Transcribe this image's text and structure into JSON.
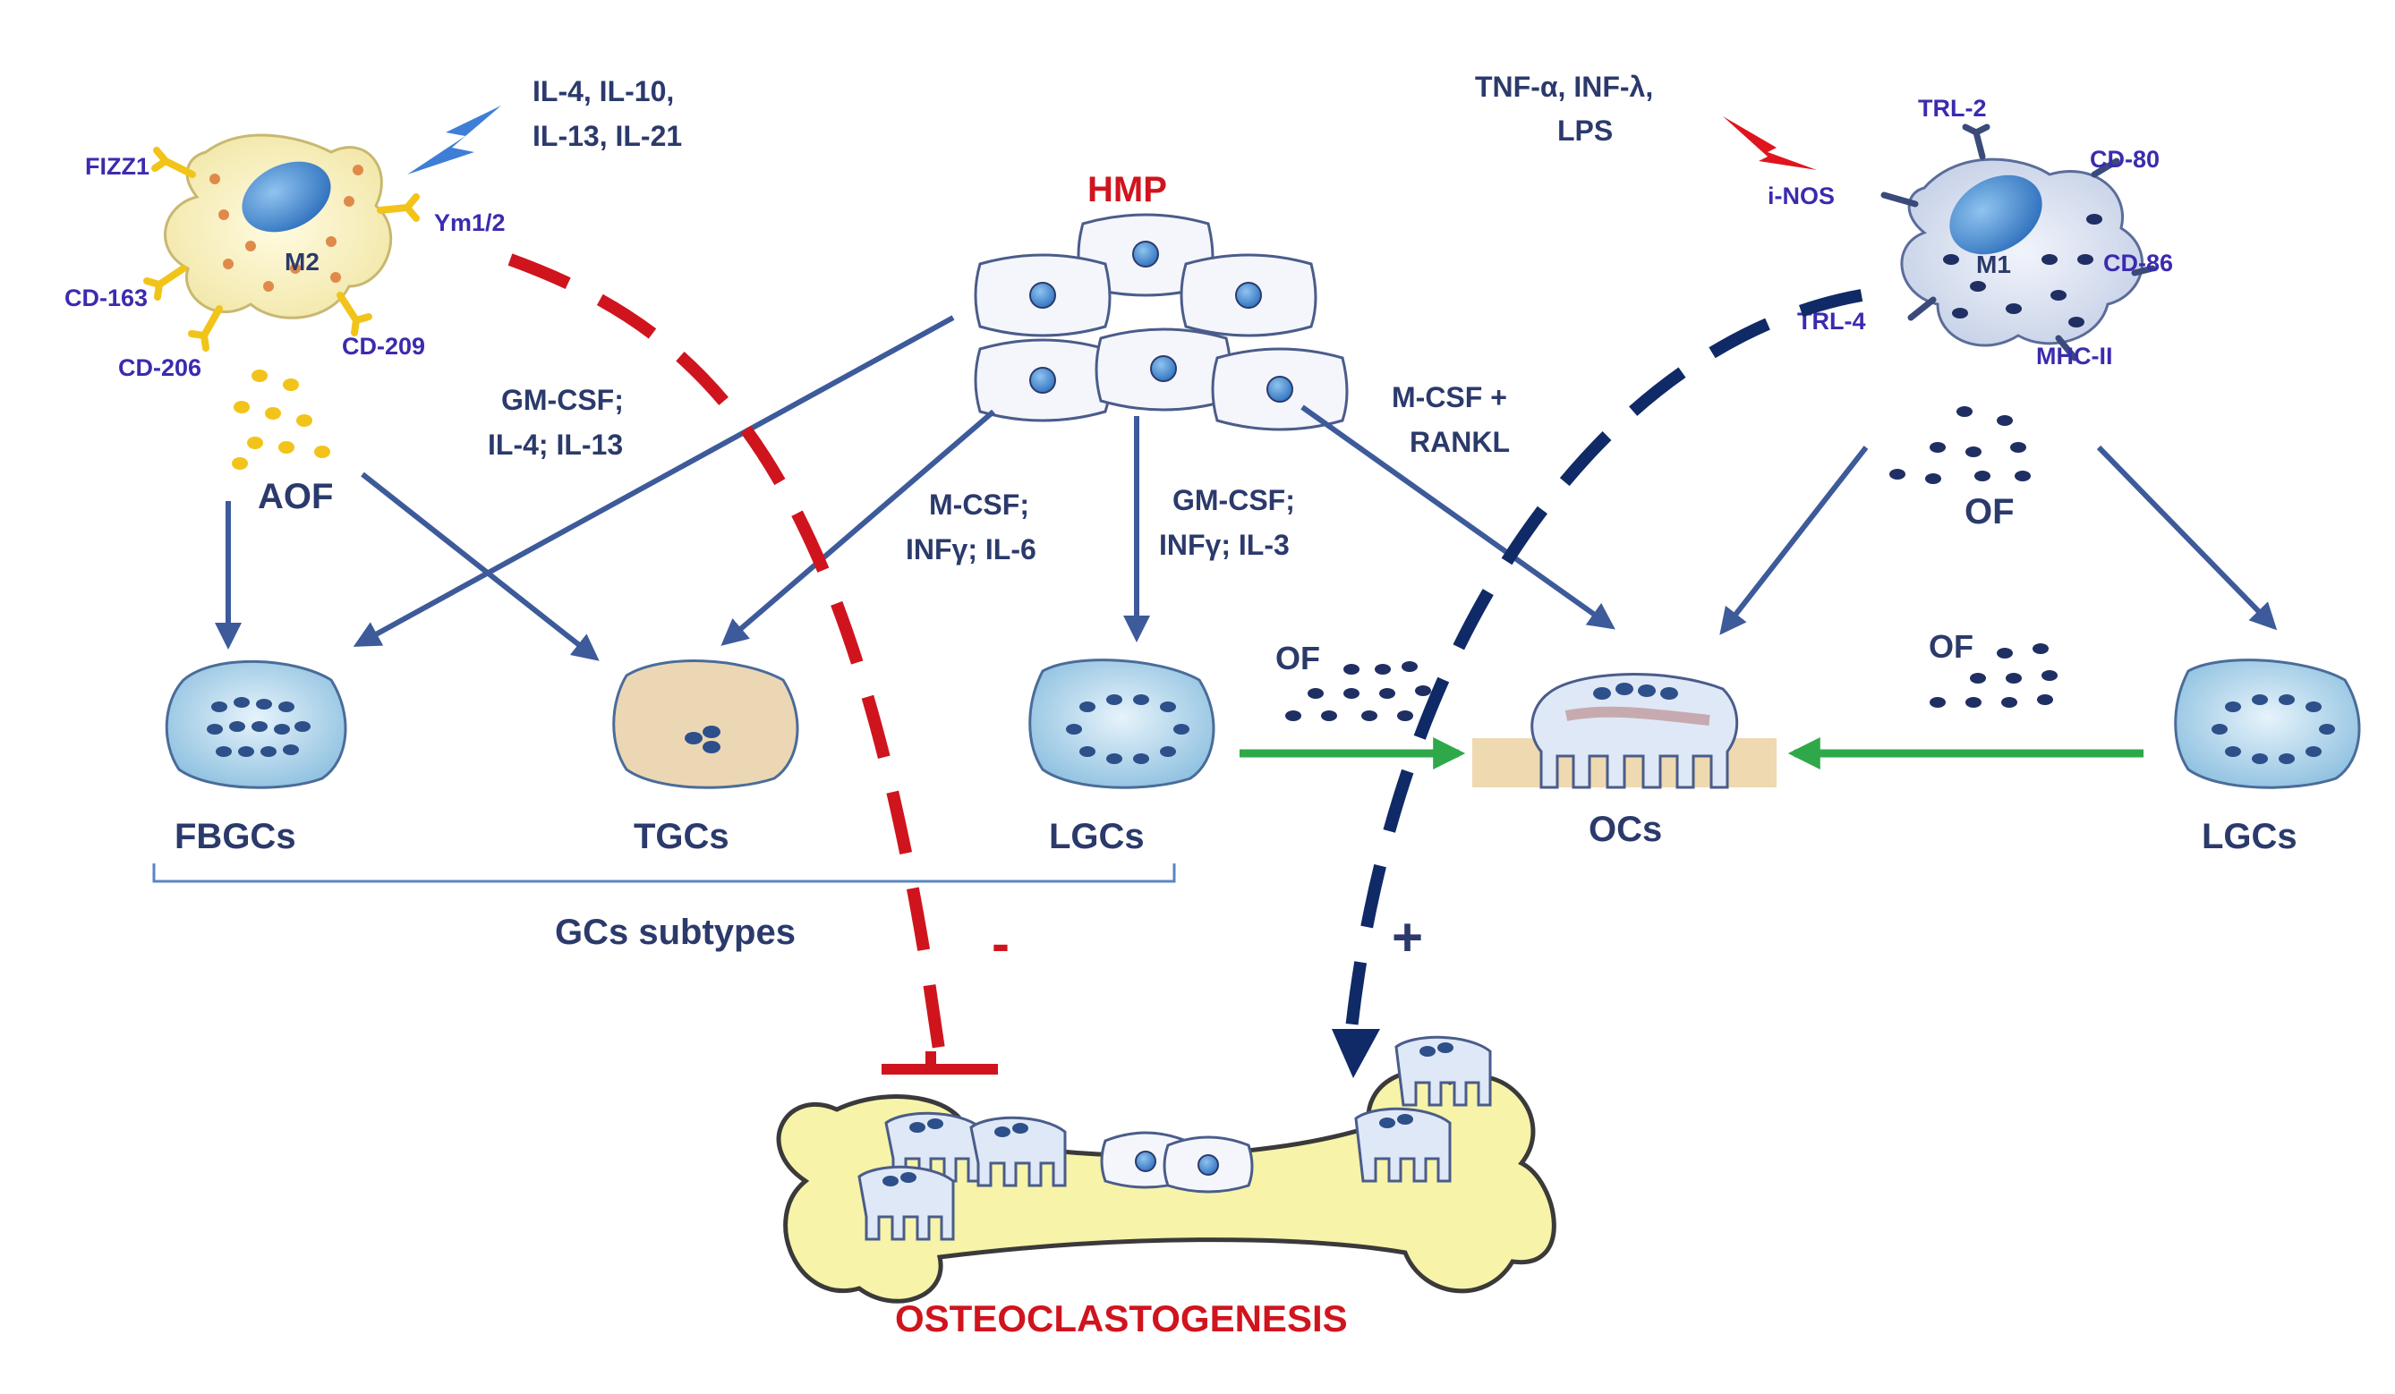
{
  "labels": {
    "hmp": "HMP",
    "m2": "M2",
    "m1": "M1",
    "fizz1": "FIZZ1",
    "ym12": "Ym1/2",
    "cd163": "CD-163",
    "cd206": "CD-206",
    "cd209": "CD-209",
    "il_m2_line1": "IL-4,  IL-10,",
    "il_m2_line2": "IL-13,  IL-21",
    "tnf_line1": "TNF-α,  INF-λ,",
    "tnf_line2": "LPS",
    "trl2": "TRL-2",
    "cd80": "CD-80",
    "inos": "i-NOS",
    "cd86": "CD-86",
    "trl4": "TRL-4",
    "mhc2": "MHC-II",
    "aof": "AOF",
    "of_right": "OF",
    "of_mid": "OF",
    "of_far": "OF",
    "gmcsf_il4_line1": "GM-CSF;",
    "gmcsf_il4_line2": "IL-4;  IL-13",
    "mcsf_inf_line1": "M-CSF;",
    "mcsf_inf_line2": "INFγ;  IL-6",
    "gmcsf_inf_line1": "GM-CSF;",
    "gmcsf_inf_line2": "INFγ;  IL-3",
    "mcsf_rankl_line1": "M-CSF  +",
    "mcsf_rankl_line2": "RANKL",
    "fbgcs": "FBGCs",
    "tgcs": "TGCs",
    "lgcs": "LGCs",
    "ocs": "OCs",
    "lgcs_right": "LGCs",
    "gcs_subtypes": "GCs subtypes",
    "minus": "-",
    "plus": "+",
    "osteoclastogenesis": "OSTEOCLASTOGENESIS"
  },
  "colors": {
    "dark_blue_text": "#2b3a6b",
    "marker_purple": "#3a2bb0",
    "inhibition_red": "#d0141e",
    "activation_navy": "#0f2a66",
    "arrow_blue": "#3d5a9a",
    "green_arrow": "#2fa84a",
    "bone_yellow": "#f5f0a8",
    "cell_blue": "#a8d0e8"
  }
}
